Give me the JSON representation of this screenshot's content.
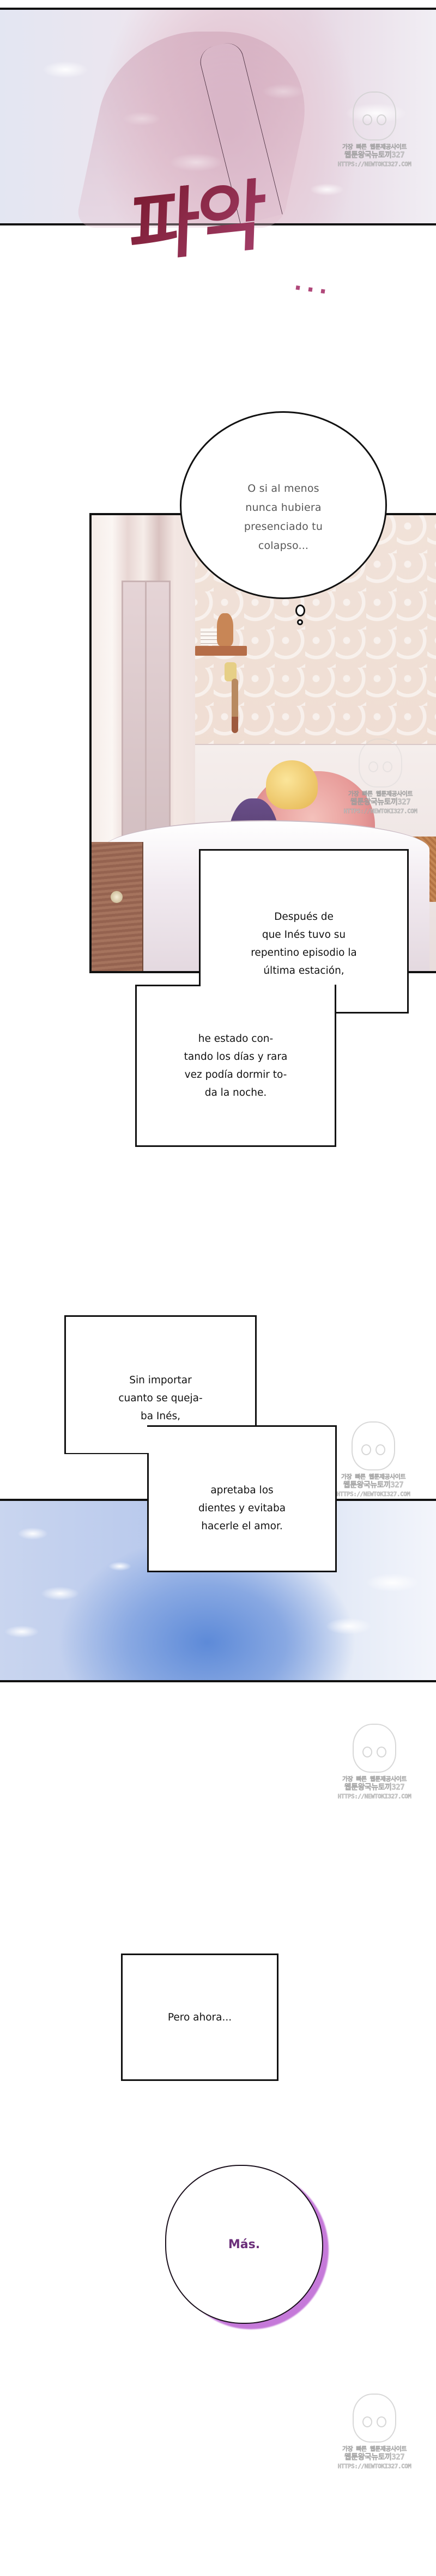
{
  "colors": {
    "panel_border": "#111111",
    "sfx_dark": "#7a1a30",
    "sfx_light": "#c25a93",
    "thought_text": "#575757",
    "caption_text": "#111111",
    "mas_text": "#6b2f7a",
    "mas_shadow": "#c579d9",
    "watermark": "#b9b9b9"
  },
  "panels": [
    {
      "id": "panel-1",
      "scene": "pink underwater hand with light reflections"
    },
    {
      "id": "panel-2",
      "scene": "couple embracing in bathtub, damask wallpaper, curtains, cabinet"
    },
    {
      "id": "panel-3",
      "scene": "blue water surface with light reflections"
    }
  ],
  "sfx": {
    "text": "파악",
    "dots": "..."
  },
  "thought_bubble": {
    "lines": [
      "O si al menos",
      "nunca hubiera",
      "presenciado tu",
      "colapso..."
    ]
  },
  "captions": [
    {
      "text": "Después de\nque Inés tuvo su\nrepentino episodio la\núltima estación,"
    },
    {
      "text": "he estado con-\ntando los días y rara\nvez podía dormir to-\nda la noche."
    },
    {
      "text": "Sin importar\ncuanto se queja-\nba Inés,"
    },
    {
      "text": "apretaba los\ndientes y evitaba\nhacerle el amor."
    },
    {
      "text": "Pero ahora..."
    }
  ],
  "speech_bubble": {
    "text": "Más."
  },
  "watermark": {
    "line1": "가장 빠른 웹툰제공사이트",
    "line2": "웹툰왕국뉴토끼327",
    "line3": "HTTPS://NEWTOKI327.COM"
  }
}
